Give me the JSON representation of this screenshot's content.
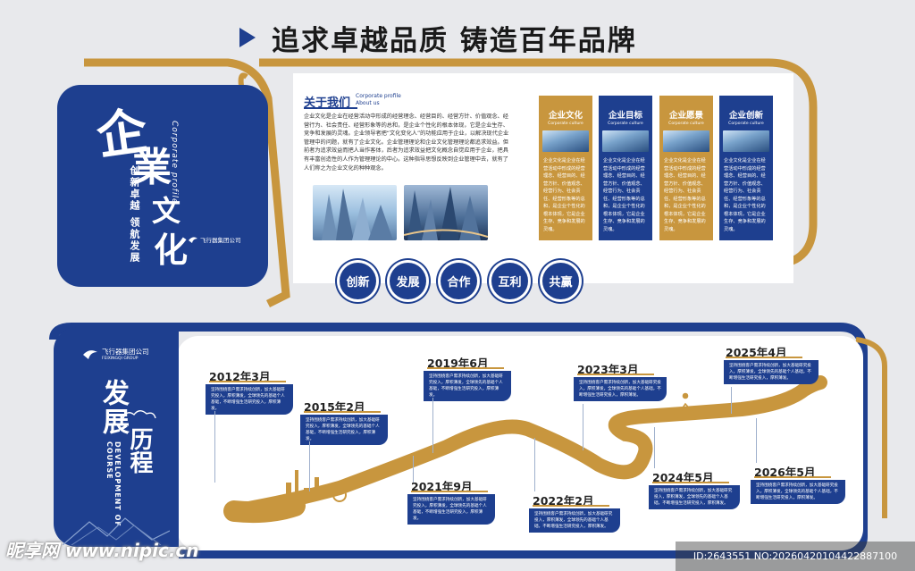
{
  "headline": "追求卓越品质  铸造百年品牌",
  "culture": {
    "title_chars": [
      "企",
      "業",
      "文",
      "化"
    ],
    "en_vertical": "Corporate profile",
    "slogan_vertical": "创新卓越 领航发展",
    "company_name": "飞行器集团公司"
  },
  "about": {
    "title_cn": "关于我们",
    "title_en_1": "Corporate profile",
    "title_en_2": "About us",
    "body": "企业文化是企业在经营活动中形成的经营理念、经营目的、经营方针、价值观念、经营行为、社会责任、经营形象等的总和，是企业个性化的根本体现，它是企业生存、竞争和发展的灵魂。企业领导者把“文化变化人”的功能应用于企业，以解决现代企业管理中的问题，就有了企业文化。企业管理理论和企业文化管理理论都追求效益。但前者为追求效益而把人当作客体，后者为追求效益把文化概念自觉应用于企业，把具有丰富创造性的人作为管理理论的中心。这种指导思想反映到企业管理中去，就有了人们称之为企业文化的种种观念。"
  },
  "values": [
    {
      "title": "企业文化",
      "en": "Corporate culture",
      "color": "#c8963e",
      "body": "企业文化是企业在经营活动中形成的经营理念、经营目的、经营方针、价值观念、经营行为、社会责任、经营形象等的总和，是企业个性化的根本体现，它是企业生存、竞争和发展的灵魂。"
    },
    {
      "title": "企业目标",
      "en": "Corporate culture",
      "color": "#1e3f8f",
      "body": "企业文化是企业在经营活动中形成的经营理念、经营目的、经营方针、价值观念、经营行为、社会责任、经营形象等的总和，是企业个性化的根本体现，它是企业生存、竞争和发展的灵魂。"
    },
    {
      "title": "企业愿景",
      "en": "Corporate culture",
      "color": "#c8963e",
      "body": "企业文化是企业在经营活动中形成的经营理念、经营目的、经营方针、价值观念、经营行为、社会责任、经营形象等的总和，是企业个性化的根本体现，它是企业生存、竞争和发展的灵魂。"
    },
    {
      "title": "企业创新",
      "en": "Corporate culture",
      "color": "#1e3f8f",
      "body": "企业文化是企业在经营活动中形成的经营理念、经营目的、经营方针、价值观念、经营行为、社会责任、经营形象等的总和，是企业个性化的根本体现，它是企业生存、竞争和发展的灵魂。"
    }
  ],
  "keywords": [
    "创新",
    "发展",
    "合作",
    "互利",
    "共赢"
  ],
  "history": {
    "company_name": "飞行器集团公司",
    "company_en": "FEIXINGQI GROUP",
    "title_1": "发展",
    "title_2": "历程",
    "en_vertical": "DEVELOPMENT OF COURSE",
    "milestone_text": "坚持围绕客户需求持续创新，加大基础研究投入，厚积薄发，全球领先的基础个人基础，不断增强生活研究投入，厚积薄发。",
    "milestones": [
      {
        "year": "2012年3月"
      },
      {
        "year": "2015年2月"
      },
      {
        "year": "2019年6月"
      },
      {
        "year": "2021年9月"
      },
      {
        "year": "2022年2月"
      },
      {
        "year": "2023年3月"
      },
      {
        "year": "2024年5月"
      },
      {
        "year": "2025年4月"
      },
      {
        "year": "2026年5月"
      }
    ]
  },
  "watermark": {
    "left": "昵享网 www.nipic.cn",
    "right": "ID:2643551 NO:20260420104422887100"
  },
  "colors": {
    "navy": "#1e3f8f",
    "gold": "#c8963e",
    "background": "#e8e9ec"
  }
}
